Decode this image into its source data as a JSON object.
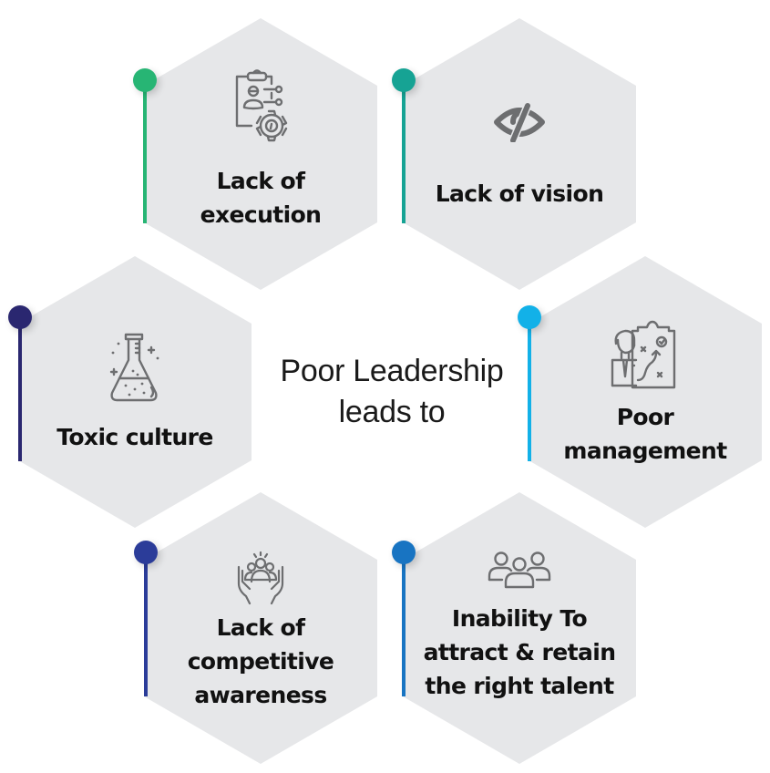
{
  "center": {
    "line1": "Poor Leadership",
    "line2": "leads to"
  },
  "colors": {
    "hex_fill": "#e6e7e9",
    "icon_stroke": "#6d6e70",
    "text": "#111111"
  },
  "items": [
    {
      "id": "execution",
      "label_lines": [
        "Lack of",
        "execution"
      ],
      "icon": "clipboard-gear-icon",
      "accent": "#27b574"
    },
    {
      "id": "vision",
      "label_lines": [
        "Lack of vision"
      ],
      "icon": "eye-slash-icon",
      "accent": "#16a394"
    },
    {
      "id": "toxic",
      "label_lines": [
        "Toxic culture"
      ],
      "icon": "flask-icon",
      "accent": "#2a2770"
    },
    {
      "id": "management",
      "label_lines": [
        "Poor",
        "management"
      ],
      "icon": "manager-strategy-board-icon",
      "accent": "#12b1e8"
    },
    {
      "id": "competitive",
      "label_lines": [
        "Lack of",
        "competitive",
        "awareness"
      ],
      "icon": "hands-holding-people-icon",
      "accent": "#2b3c99"
    },
    {
      "id": "talent",
      "label_lines": [
        "Inability To",
        "attract & retain",
        "the right talent"
      ],
      "icon": "people-group-icon",
      "accent": "#1874c2"
    }
  ]
}
